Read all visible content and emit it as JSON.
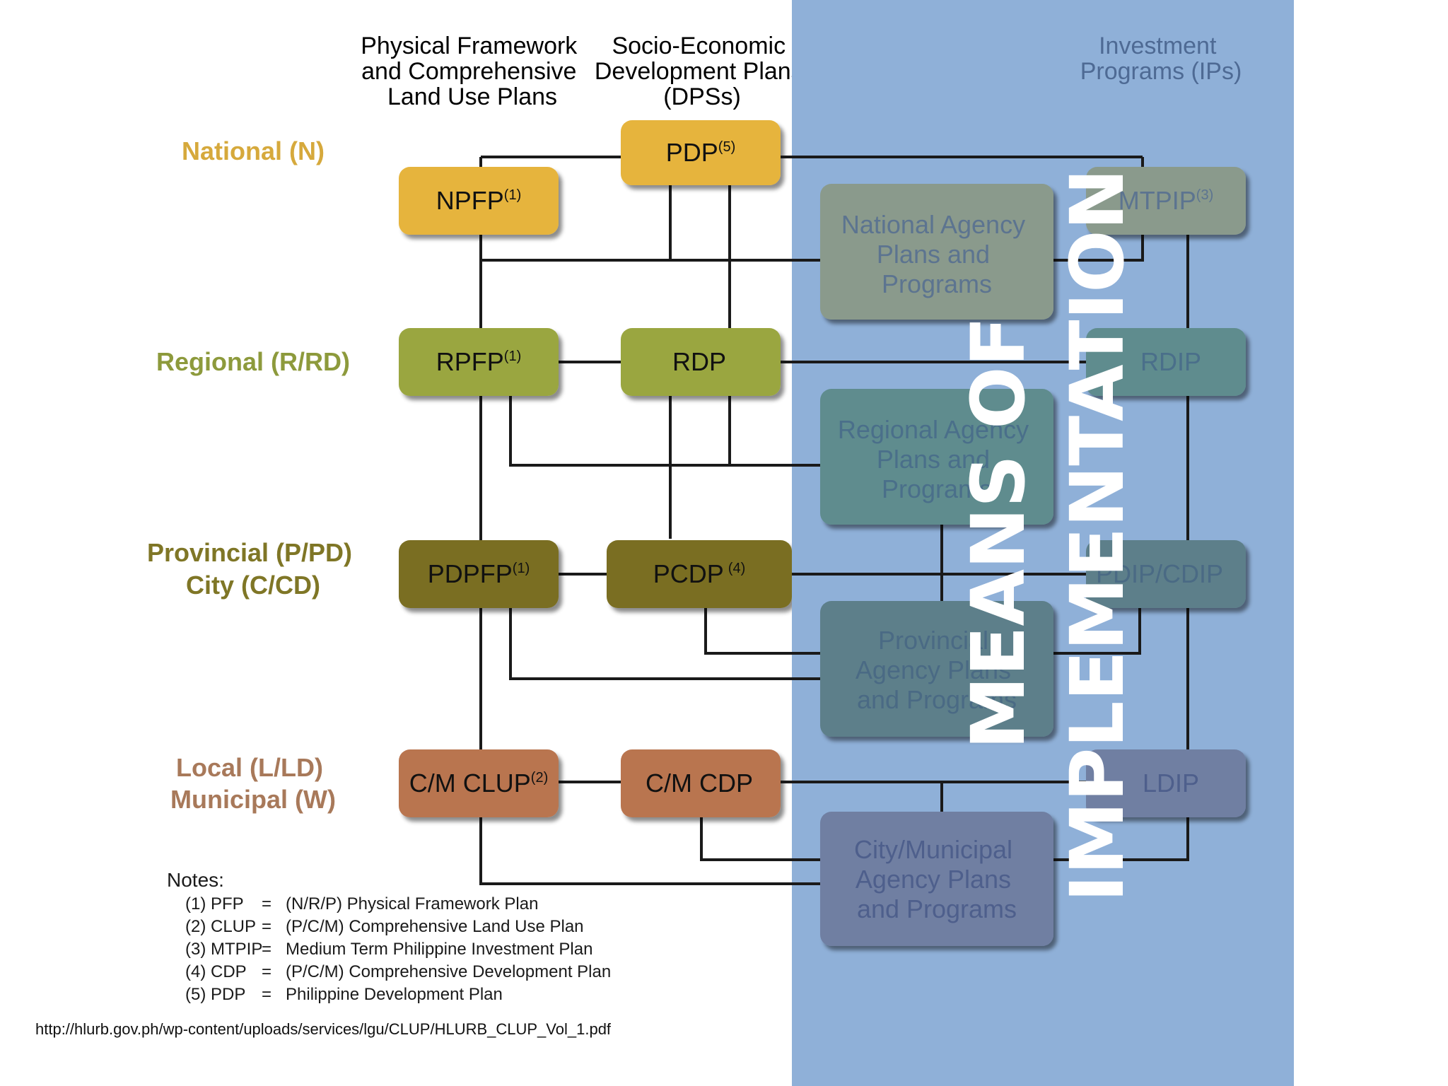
{
  "columns": {
    "physical": [
      "Physical Framework",
      "and Comprehensive",
      "Land Use Plans"
    ],
    "socio": [
      "Socio-Economic",
      "Development Plans",
      "(DPSs)"
    ],
    "investment": [
      "Investment",
      "Programs (IPs)"
    ]
  },
  "levels": {
    "national": [
      "National (N)"
    ],
    "regional": [
      "Regional (R/RD)"
    ],
    "provincial": [
      "Provincial (P/PD)",
      "City (C/CD)"
    ],
    "local": [
      "Local (L/LD)",
      "Municipal (W)"
    ]
  },
  "boxes": {
    "npfp": {
      "label": "NPFP",
      "sup": "(1)"
    },
    "pdp": {
      "label": "PDP",
      "sup": "(5)"
    },
    "mtpip": {
      "label": "MTPIP",
      "sup": "(3)"
    },
    "rpfp": {
      "label": "RPFP",
      "sup": "(1)"
    },
    "rdp": {
      "label": "RDP"
    },
    "rdip": {
      "label": "RDIP"
    },
    "pdpfp": {
      "label": "PDPFP",
      "sup": "(1)"
    },
    "pcdp": {
      "label": "PCDP",
      "sup": "(4)"
    },
    "pdip": {
      "label": "PDIP/CDIP"
    },
    "clup": {
      "label": "C/M CLUP",
      "sup": "(2)"
    },
    "cdp": {
      "label": "C/M CDP"
    },
    "ldip": {
      "label": "LDIP"
    }
  },
  "agencies": {
    "national": [
      "National Agency",
      "Plans and",
      "Programs"
    ],
    "regional": [
      "Regional Agency",
      "Plans and",
      "Programs"
    ],
    "provincial": [
      "Provincial",
      "Agency Plans",
      "and Programs"
    ],
    "city": [
      "City/Municipal",
      "Agency Plans",
      "and Programs"
    ]
  },
  "overlay": {
    "line1": "MEANS OF",
    "line2": "IMPLEMENTATION"
  },
  "notes": {
    "title": "Notes:",
    "items": [
      {
        "abbr": "(1) PFP",
        "eq": "=",
        "text": "(N/R/P) Physical Framework Plan"
      },
      {
        "abbr": "(2) CLUP",
        "eq": "=",
        "text": "(P/C/M) Comprehensive Land Use Plan"
      },
      {
        "abbr": "(3) MTPIP",
        "eq": "=",
        "text": "Medium Term Philippine Investment Plan"
      },
      {
        "abbr": "(4) CDP",
        "eq": "=",
        "text": "(P/C/M) Comprehensive Development Plan"
      },
      {
        "abbr": "(5) PDP",
        "eq": "=",
        "text": "Philippine Development Plan"
      }
    ]
  },
  "source_url": "http://hlurb.gov.ph/wp-content/uploads/services/lgu/CLUP/HLURB_CLUP_Vol_1.pdf",
  "colors": {
    "national": "#e6b43c",
    "regional": "#9aa640",
    "provincial": "#7a6e20",
    "local": "#b97550",
    "national_text": "#d6a93c",
    "regional_text": "#8d9a3c",
    "provincial_text": "#7f7626",
    "local_text": "#a8795a",
    "overlay_panel": "#8fb0d8",
    "agency_national": "#8a9a8c",
    "agency_regional": "#5e8c8e",
    "agency_provincial": "#5d7f8a",
    "agency_city": "#6f7fa2"
  }
}
